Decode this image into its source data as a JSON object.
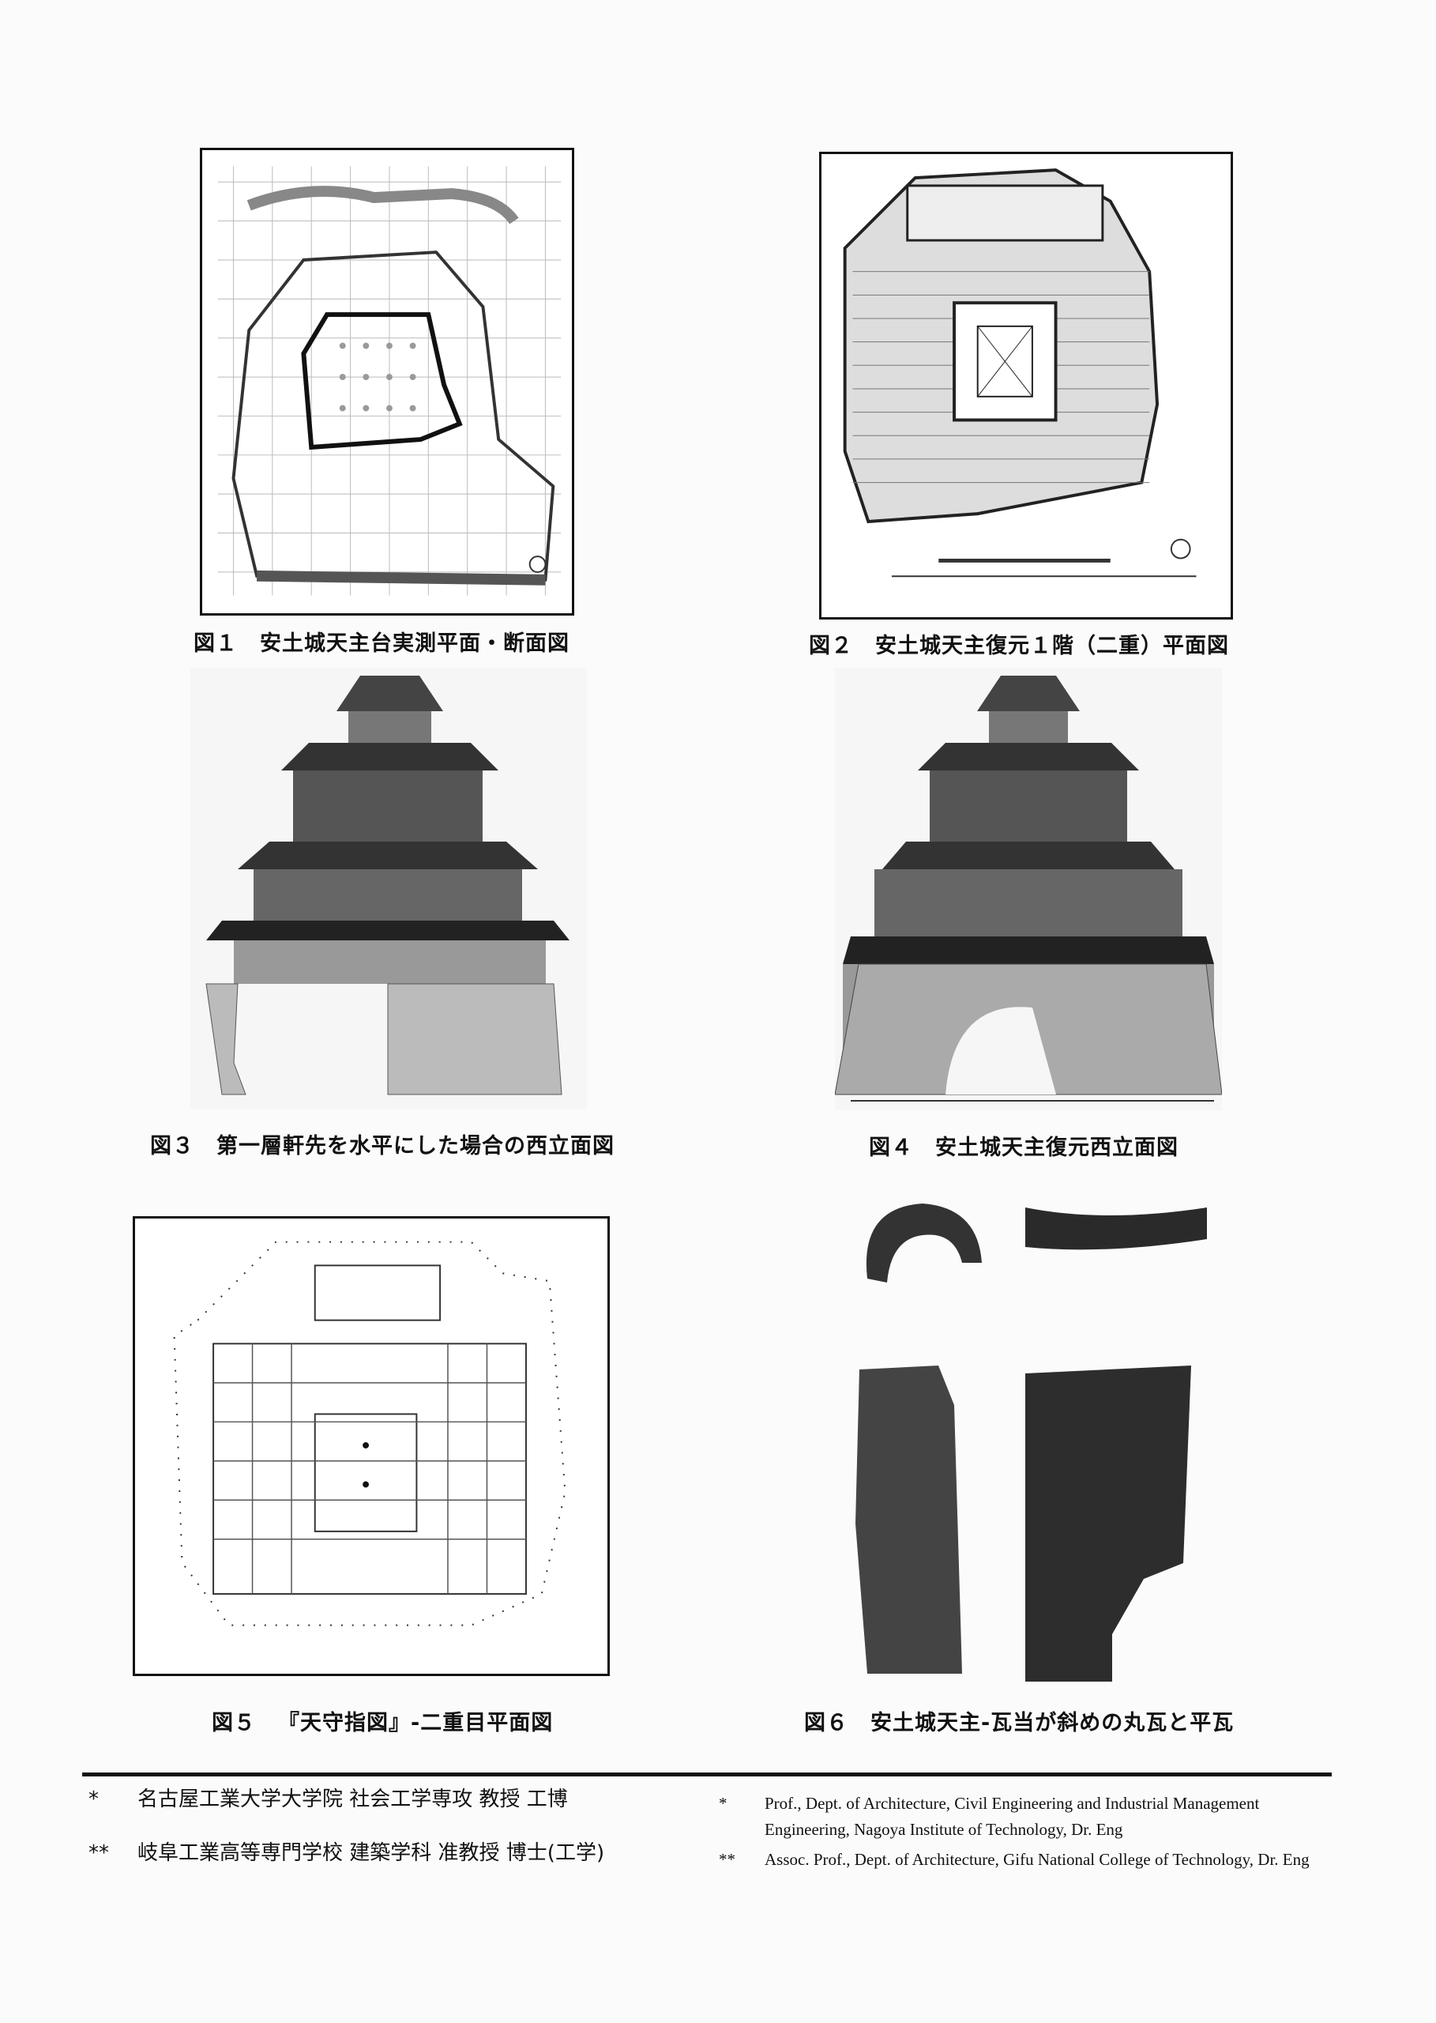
{
  "figures": [
    {
      "number": "図１",
      "caption": "安土城天主台実測平面・断面図"
    },
    {
      "number": "図２",
      "caption": "安土城天主復元１階（二重）平面図"
    },
    {
      "number": "図３",
      "caption": "第一層軒先を水平にした場合の西立面図"
    },
    {
      "number": "図４",
      "caption": "安土城天主復元西立面図"
    },
    {
      "number": "図５",
      "caption": "『天守指図』-二重目平面図"
    },
    {
      "number": "図６",
      "caption": "安土城天主-瓦当が斜めの丸瓦と平瓦"
    }
  ],
  "footnotes_ja": [
    {
      "mark": "*",
      "text": "名古屋工業大学大学院 社会工学専攻 教授 工博"
    },
    {
      "mark": "**",
      "text": "岐阜工業高等専門学校 建築学科 准教授 博士(工学)"
    }
  ],
  "footnotes_en": [
    {
      "mark": "*",
      "line1": "Prof., Dept. of Architecture, Civil Engineering and Industrial Management",
      "line2": "Engineering, Nagoya Institute of Technology, Dr. Eng"
    },
    {
      "mark": "**",
      "line1": "Assoc. Prof., Dept. of Architecture, Gifu National College of Technology, Dr. Eng"
    }
  ]
}
